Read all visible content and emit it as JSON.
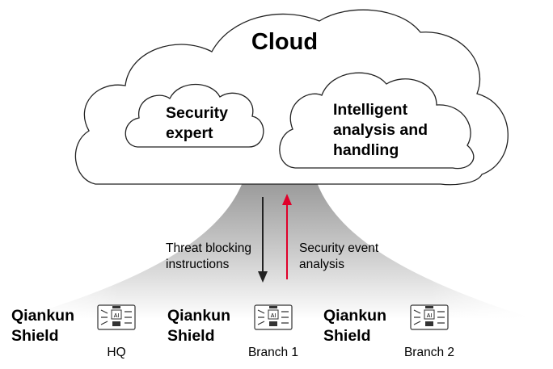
{
  "diagram": {
    "cloud": {
      "title": "Cloud"
    },
    "bubbles": [
      {
        "label": "Security\nexpert"
      },
      {
        "label": "Intelligent\nanalysis and\nhandling"
      }
    ],
    "arrows": [
      {
        "label": "Threat blocking\ninstructions",
        "color": "#222222",
        "direction": "down"
      },
      {
        "label": "Security event\nanalysis",
        "color": "#e0002a",
        "direction": "up"
      }
    ],
    "devices": [
      {
        "name": "Qiankun\nShield",
        "site": "HQ",
        "icon": "ai-firewall-icon"
      },
      {
        "name": "Qiankun\nShield",
        "site": "Branch 1",
        "icon": "ai-firewall-icon"
      },
      {
        "name": "Qiankun\nShield",
        "site": "Branch 2",
        "icon": "ai-firewall-icon"
      }
    ]
  }
}
